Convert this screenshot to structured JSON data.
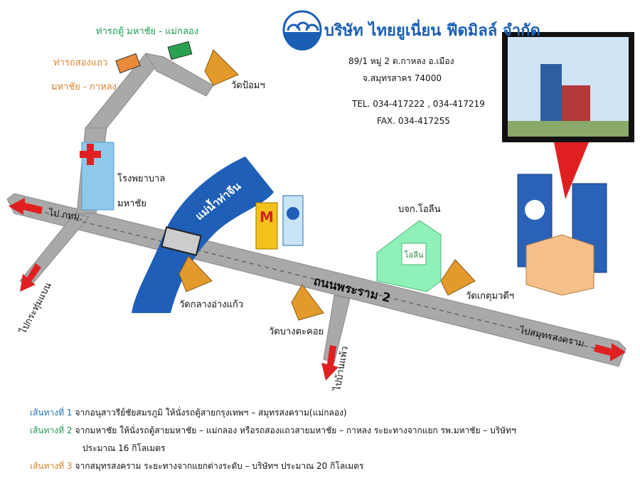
{
  "company": {
    "name": "บริษัท ไทยยูเนี่ยน ฟีดมิลล์ จำกัด",
    "address_line1": "89/1 หมู่ 2 ต.กาหลง อ.เมือง",
    "address_line2": "จ.สมุทรสาคร 74000",
    "tel": "TEL. 034-417222 , 034-417219",
    "fax": "FAX. 034-417255"
  },
  "map_labels": {
    "van_stop": "ท่ารถตู้ มหาชัย - แม่กลอง",
    "songthaew_stop_1": "ท่ารถสองแถว",
    "songthaew_stop_2": "มหาชัย - กาหลง",
    "wat_pom": "วัดป้อมฯ",
    "hospital_1": "โรงพยาบาล",
    "hospital_2": "มหาชัย",
    "river": "แม่น้ำท่าจีน",
    "to_bangkok": "ไป กทม.",
    "to_krathum_baen": "ไปกระทุ่มแบน",
    "wat_klang": "วัดกลางอ่างแก้ว",
    "wat_bang_takhoi": "วัดบางตะคอย",
    "to_ban_phaeo": "ไปบ้านแพ้ว",
    "main_road": "ถนนพระราม 2",
    "olean_company": "บจก.โอลีน",
    "olean_sign": "โอลีน",
    "wat_ket": "วัดเกตุมวดีฯ",
    "to_samut_songkhram": "ไปสมุทรสงคราม"
  },
  "routes": [
    {
      "key": "เส้นทางที่ 1",
      "color": "#1f6fb2",
      "text": "จากอนุสาวรีย์ชัยสมรภูมิ ให้นั่งรถตู้สายกรุงเทพฯ – สมุทรสงคราม(แม่กลอง)"
    },
    {
      "key": "เส้นทางที่ 2",
      "color": "#1a9a50",
      "text": "จากมหาชัย ให้นั่งรถตู้สายมหาชัย – แม่กลอง  หรือรถสองแถวสายมหาชัย – กาหลง ระยะทางจากแยก รพ.มหาชัย – บริษัทฯ",
      "text2": "ประมาณ 16 กิโลเมตร"
    },
    {
      "key": "เส้นทางที่ 3",
      "color": "#d9822b",
      "text": "จากสมุทรสงคราม ระยะทางจากแยกต่างระดับ – บริษัทฯ ประมาณ 20 กิโลเมตร"
    }
  ],
  "colors": {
    "road": "#a9a9a9",
    "river": "#1f5fb8",
    "arrow": "#e02020",
    "brand": "#1a5fb4"
  }
}
